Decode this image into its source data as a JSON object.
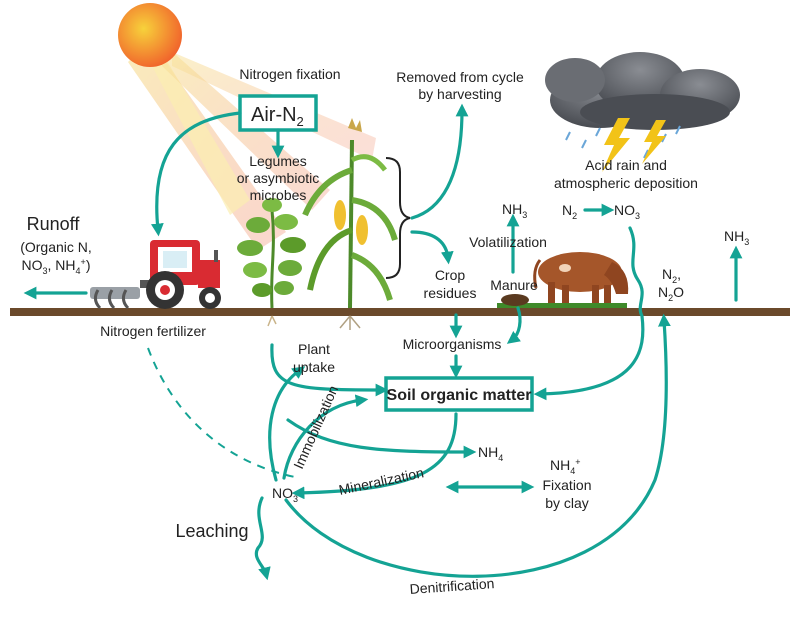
{
  "labels": {
    "nitrogen_fixation": "Nitrogen fixation",
    "air_n2": "Air-N",
    "air_n2_sub": "2",
    "legumes_1": "Legumes",
    "legumes_2": "or asymbiotic",
    "legumes_3": "microbes",
    "removed_1": "Removed from cycle",
    "removed_2": "by harvesting",
    "acid_rain_1": "Acid rain and",
    "acid_rain_2": "atmospheric deposition",
    "runoff": "Runoff",
    "runoff_detail_1": "(Organic N,",
    "runoff_detail_2a": "NO",
    "runoff_detail_2b": "3",
    "runoff_detail_2c": ", NH",
    "runoff_detail_2d": "4",
    "runoff_detail_2e": "+",
    "runoff_detail_2f": ")",
    "nitrogen_fertilizer": "Nitrogen fertilizer",
    "crop_residues_1": "Crop",
    "crop_residues_2": "residues",
    "volatilization": "Volatilization",
    "manure": "Manure",
    "nh3": "NH",
    "nh3_sub": "3",
    "n2": "N",
    "n2_sub": "2",
    "no3": "NO",
    "no3_sub": "3",
    "n2_n2o_1a": "N",
    "n2_n2o_1b": "2",
    "n2_n2o_1c": ",",
    "n2_n2o_2a": "N",
    "n2_n2o_2b": "2",
    "n2_n2o_2c": "O",
    "plant_uptake_1": "Plant",
    "plant_uptake_2": "uptake",
    "microorganisms": "Microorganisms",
    "soil_organic_matter": "Soil organic matter",
    "immobilization": "Immobilization",
    "nh4": "NH",
    "nh4_sub": "4",
    "mineralization": "Mineralization",
    "nh4_plus_a": "NH",
    "nh4_plus_b": "4",
    "nh4_plus_c": "+",
    "fixation_by_clay_1": "Fixation",
    "fixation_by_clay_2": "by clay",
    "leaching": "Leaching",
    "denitrification": "Denitrification"
  },
  "colors": {
    "arrow": "#14a394",
    "ground": "#6b4a2b",
    "tractor": "#d92b32",
    "cow": "#a5562a",
    "cloud": "#5c5f66",
    "lightning": "#f2c318",
    "sun_outer": "#f39a2c",
    "sun_inner": "#f7d23b",
    "plant": "#6cab3a",
    "corn": "#f0c030"
  }
}
